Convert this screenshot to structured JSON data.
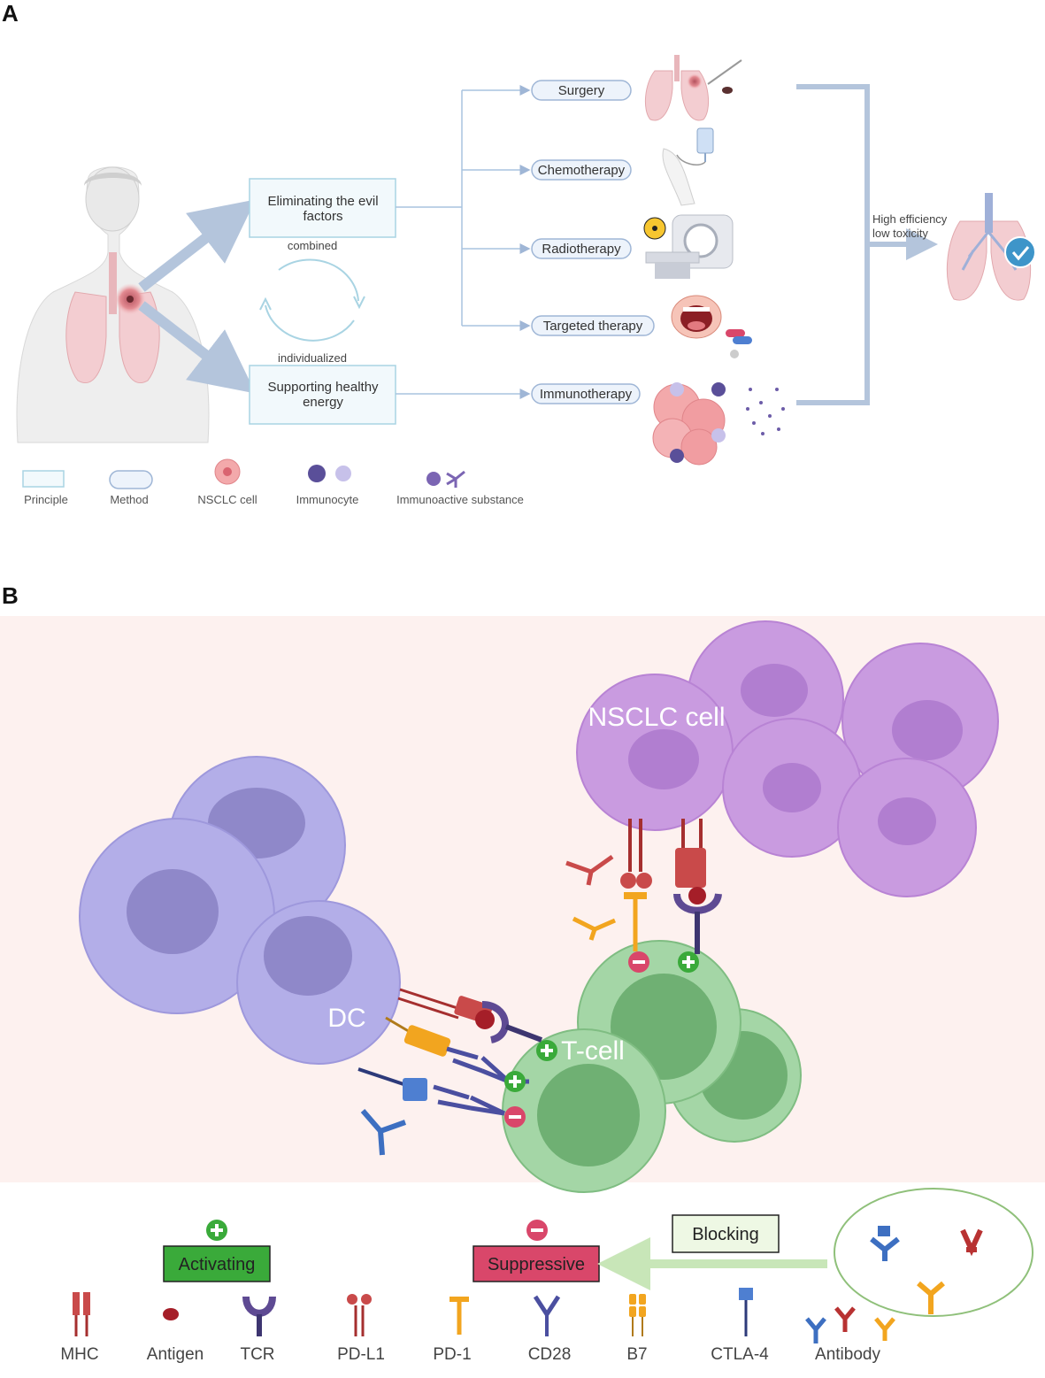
{
  "panel_a": {
    "letter": "A",
    "principles": {
      "eliminating": [
        "Eliminating the evil",
        "factors"
      ],
      "supporting": [
        "Supporting healthy",
        "energy"
      ],
      "combined": "combined",
      "individualized": "individualized"
    },
    "methods": {
      "surgery": "Surgery",
      "chemotherapy": "Chemotherapy",
      "radiotherapy": "Radiotherapy",
      "targeted": "Targeted therapy",
      "immunotherapy": "Immunotherapy"
    },
    "outcome": [
      "High efficiency",
      "low toxicity"
    ],
    "legend": {
      "principle": "Principle",
      "method": "Method",
      "nsclc": "NSCLC cell",
      "immunocyte": "Immunocyte",
      "substance": "Immunoactive substance"
    }
  },
  "panel_b": {
    "letter": "B",
    "cells": {
      "nsclc": "NSCLC cell",
      "dc": "DC",
      "tcell": "T-cell"
    },
    "key": {
      "activating": "Activating",
      "suppressive": "Suppressive",
      "blocking": "Blocking"
    },
    "molecules": {
      "mhc": "MHC",
      "antigen": "Antigen",
      "tcr": "TCR",
      "pdl1": "PD-L1",
      "pd1": "PD-1",
      "cd28": "CD28",
      "b7": "B7",
      "ctla4": "CTLA-4",
      "antibody": "Antibody"
    }
  },
  "colors": {
    "principle_box_fill": "#f2f9fc",
    "principle_box_stroke": "#a9d4e3",
    "pill_fill": "#edf3fb",
    "pill_stroke": "#9fb6d6",
    "arrow_blue": "#b4c5dc",
    "panel_b_bg": "#fdf1ef",
    "nsclc_purple": "#c99be0",
    "dc_lavender": "#b3aee8",
    "tcell_green": "#a4d6a6",
    "activating_green": "#3aaa3a",
    "suppressive_red": "#d9476a",
    "blocking_fill": "#eef8e4",
    "mhc_red": "#c94a4a",
    "pd1_orange": "#f2a51f",
    "cd28_navy": "#4b4fa0",
    "tcr_purple": "#5e4a93",
    "ctla4_blue": "#3d6fc1"
  }
}
